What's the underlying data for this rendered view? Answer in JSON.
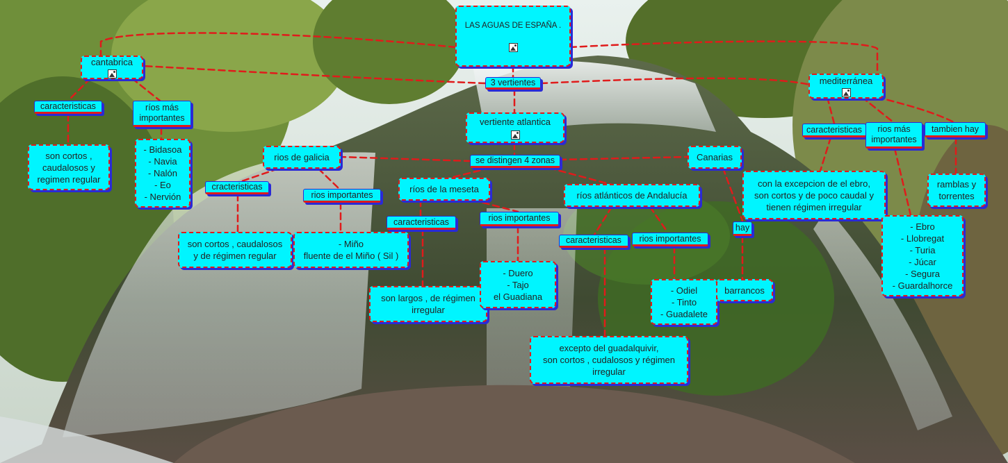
{
  "nodes": {
    "title": "LAS AGUAS DE ESPAÑA .",
    "vertientes": "3 vertientes",
    "cantabrica": "cantabrica",
    "cant_caracteristicas": "caracteristicas",
    "cant_rios_label": "ríos más\nimportantes",
    "cant_caract_text": "son cortos ,\ncaudalosos y\nregimen regular",
    "cant_rios_list": "- Bidasoa\n- Navia\n- Nalón\n- Eo\n- Nervión",
    "atlantica": "vertiente atlantica",
    "cuatro_zonas": "se distingen 4 zonas",
    "galicia": "rios de galicia",
    "gal_caracteristicas": "cracteristicas",
    "gal_rios_label": "rios importantes",
    "gal_caract_text": "son cortos , caudalosos\ny de régimen regular",
    "gal_rios_list": "- Miño\nfluente de el Miño ( Sil )",
    "meseta": "ríos de la meseta",
    "mes_caracteristicas": "caracteristicas",
    "mes_rios_label": "rios  importantes",
    "mes_caract_text": "son largos , de régimen\nirregular",
    "mes_rios_list": "- Duero\n- Tajo\nel Guadiana",
    "andalucia": "ríos atlánticos de Andalucía",
    "and_caracteristicas": "caracteristicas",
    "and_rios_label": "rios importantes",
    "and_caract_text": "excepto del  guadalquivir,\nson cortos , cudalosos y régimen\nirregular",
    "and_rios_list": "- Odiel\n- Tinto\n- Guadalete",
    "canarias": "Canarias",
    "hay": "hay",
    "barrancos": "barrancos",
    "mediterranea": "mediterránea",
    "med_caracteristicas": "caracteristicas",
    "med_rios_label": "rios más\nimportantes",
    "med_tambien": "tambien  hay",
    "med_caract_text": "con la excepcion de el ebro,\nson cortos y de poco caudal y\ntienen régimen irregular",
    "med_rios_list": "- Ebro\n- Llobregat\n- Turia\n- Júcar\n- Segura\n- Guardalhorce",
    "ramblas": "ramblas y\ntorrentes"
  },
  "icons": {
    "node_image": "image-icon",
    "background": "waterfall-photo"
  },
  "colors": {
    "node_fill": "#00f5ff",
    "border_dash": "#e01b1b",
    "node_shadow": "#2a2ad6",
    "link": "#e01b1b"
  }
}
